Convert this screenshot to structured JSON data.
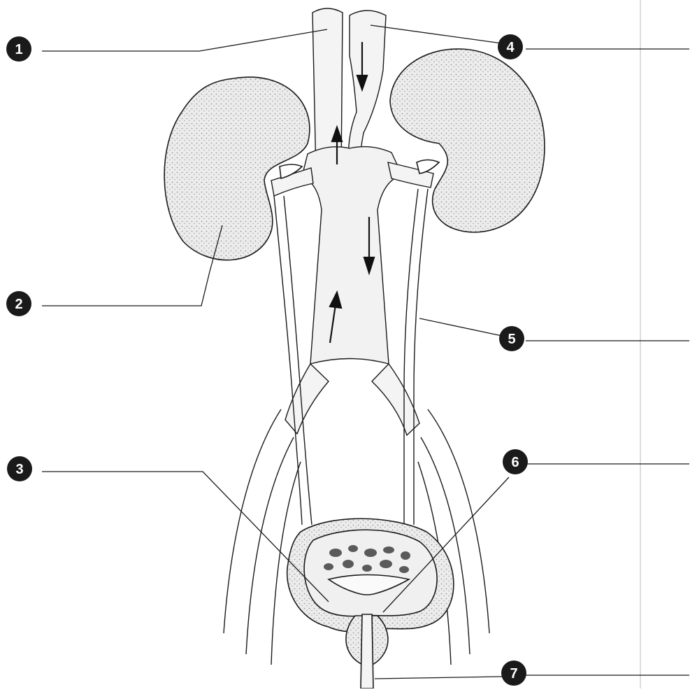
{
  "diagram": {
    "labels": [
      {
        "id": "1",
        "text": "1"
      },
      {
        "id": "2",
        "text": "2"
      },
      {
        "id": "3",
        "text": "3"
      },
      {
        "id": "4",
        "text": "4"
      },
      {
        "id": "5",
        "text": "5"
      },
      {
        "id": "6",
        "text": "6"
      },
      {
        "id": "7",
        "text": "7"
      }
    ],
    "colors": {
      "ink": "#1a1a1a",
      "stipple": "#8a8a8a",
      "organ_fill": "#e9e9e9",
      "paper": "#ffffff",
      "guide": "#b8b8b8"
    }
  }
}
